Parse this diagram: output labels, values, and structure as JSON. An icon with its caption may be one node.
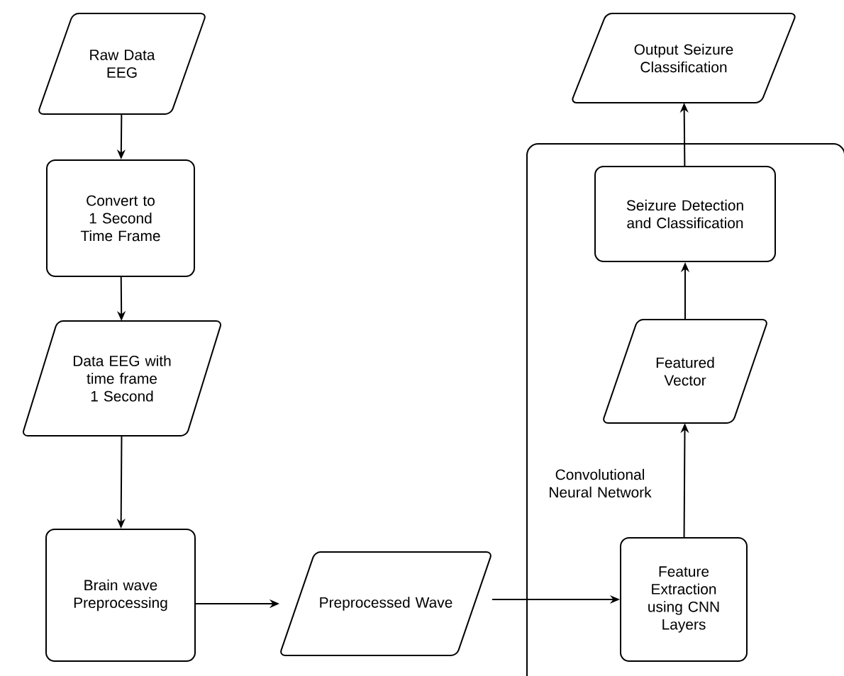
{
  "diagram": {
    "nodes": [
      {
        "text": [
          "Raw Data EEG"
        ]
      },
      {
        "text": [
          "Convert to 1 Second Time Frame"
        ]
      },
      {
        "text": [
          "Data EEG with time frame 1 Second"
        ]
      },
      {
        "text": [
          "Brain wave Preprocessing"
        ]
      },
      {
        "text": [
          "Preprocessed Wave"
        ]
      },
      {
        "text": [
          "Output Seizure Classification"
        ]
      },
      {
        "text": [
          "Convolutional Neural Network"
        ]
      },
      {
        "text": [
          "Seizure Detection and Classification"
        ],
        "in": 6
      },
      {
        "text": [
          "Featured Vector"
        ],
        "in": 6
      },
      {
        "text": [
          "Feature Extraction using CNN Layers"
        ],
        "in": 6
      }
    ],
    "edges": [
      {
        "from": 0,
        "to": 1,
        "arrow": "to"
      },
      {
        "from": 1,
        "to": 2,
        "arrow": "to"
      },
      {
        "from": 2,
        "to": 3,
        "arrow": "to"
      },
      {
        "from": 3,
        "to": 4,
        "arrow": "to"
      },
      {
        "from": 4,
        "to": 9,
        "arrow": "to"
      },
      {
        "from": 9,
        "to": 8,
        "arrow": "to"
      },
      {
        "from": 8,
        "to": 7,
        "arrow": "to"
      },
      {
        "from": 7,
        "to": 5,
        "arrow": "to"
      }
    ]
  }
}
